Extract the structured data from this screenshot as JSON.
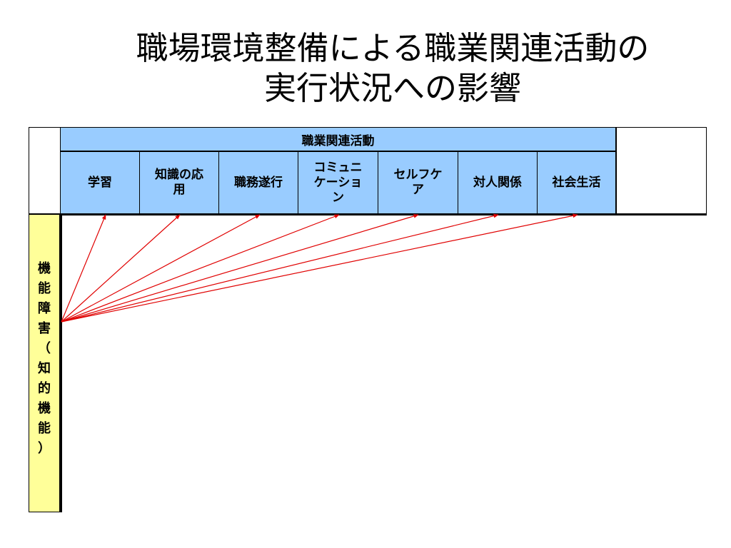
{
  "title": {
    "line1": "職場環境整備による職業関連活動の",
    "line2": "実行状況への影響"
  },
  "table": {
    "group_header": "職業関連活動",
    "activities": [
      {
        "label": "学習"
      },
      {
        "label": "知識の応\n用"
      },
      {
        "label": "職務遂行"
      },
      {
        "label": "コミュニ\nケーショ\nン"
      },
      {
        "label": "セルフケ\nア"
      },
      {
        "label": "対人関係"
      },
      {
        "label": "社会生活"
      }
    ],
    "side_label": [
      "機",
      "能",
      "障",
      "害",
      "（",
      "知",
      "的",
      "機",
      "能",
      "）"
    ]
  },
  "arrows": {
    "color": "#e00000",
    "from": "機能障害（知的機能）",
    "to": [
      "学習",
      "知識の応\n用",
      "職務遂行",
      "コミュニ\nケーショ\nン",
      "セルフケ\nア",
      "対人関係",
      "社会生活"
    ]
  },
  "colors": {
    "header_fill": "#99ccff",
    "side_fill": "#ffff99",
    "border": "#000000"
  }
}
